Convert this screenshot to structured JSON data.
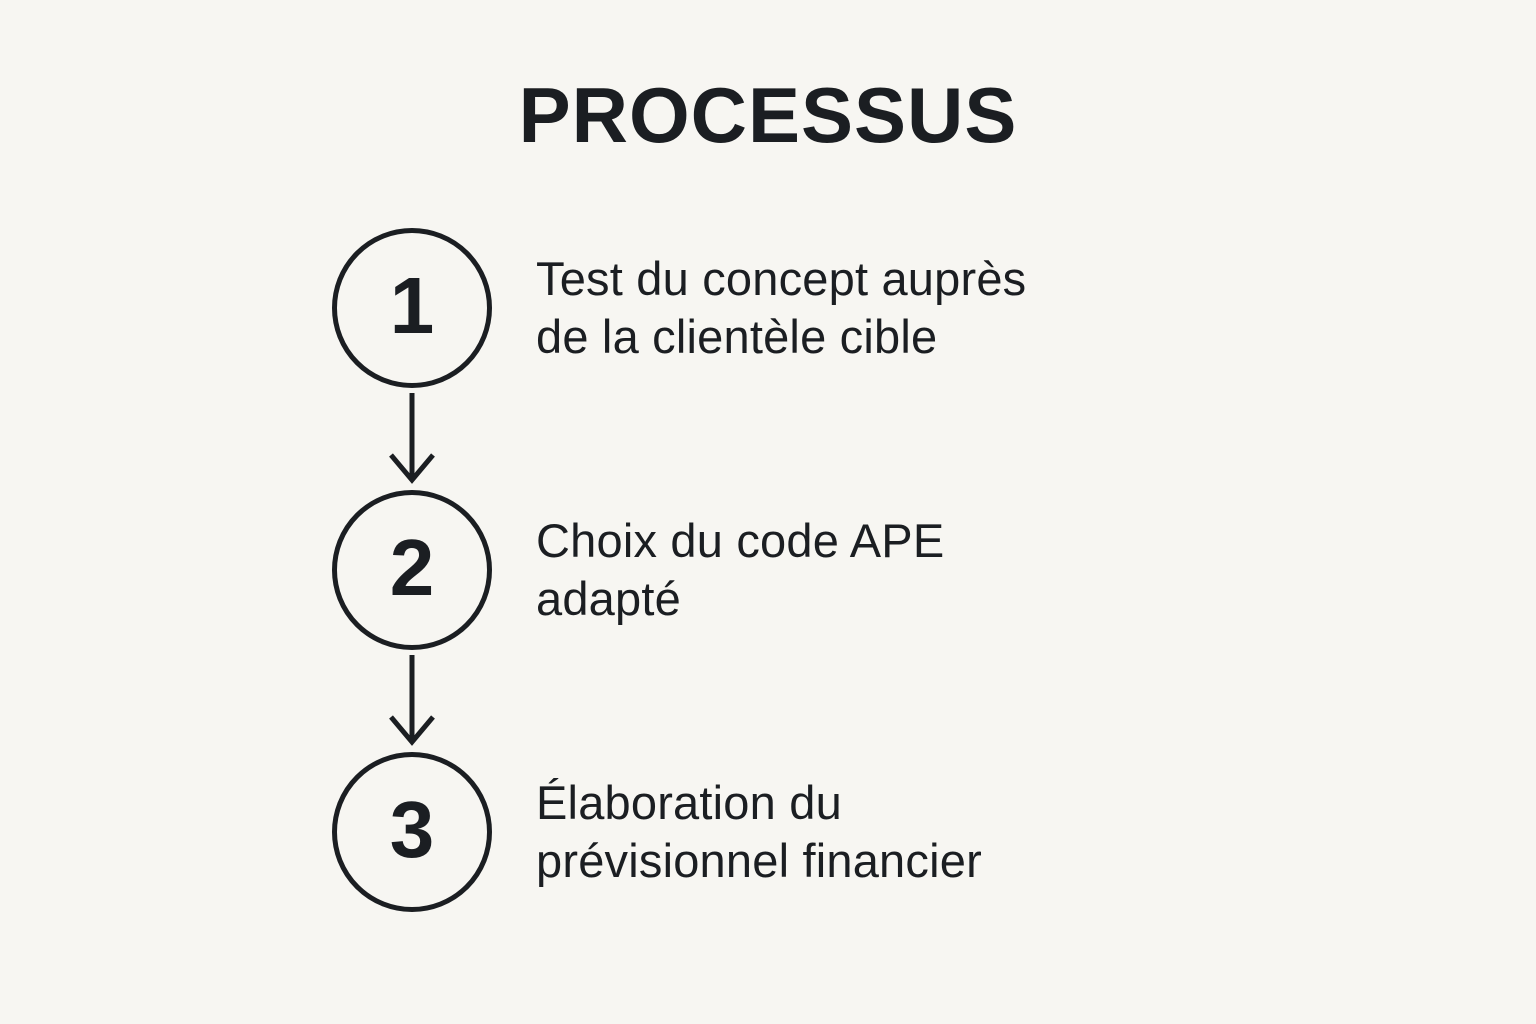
{
  "title": "PROCESSUS",
  "steps": [
    {
      "number": "1",
      "lines": [
        "Test du concept auprès",
        "de la clientèle cible"
      ]
    },
    {
      "number": "2",
      "lines": [
        "Choix du code APE",
        "adapté"
      ]
    },
    {
      "number": "3",
      "lines": [
        "Élaboration du",
        "prévisionnel financier"
      ]
    }
  ],
  "connectors": [
    {
      "icon": "arrow-down-icon"
    },
    {
      "icon": "arrow-down-icon"
    }
  ],
  "colors": {
    "background": "#f7f6f2",
    "ink": "#1b1e22"
  }
}
